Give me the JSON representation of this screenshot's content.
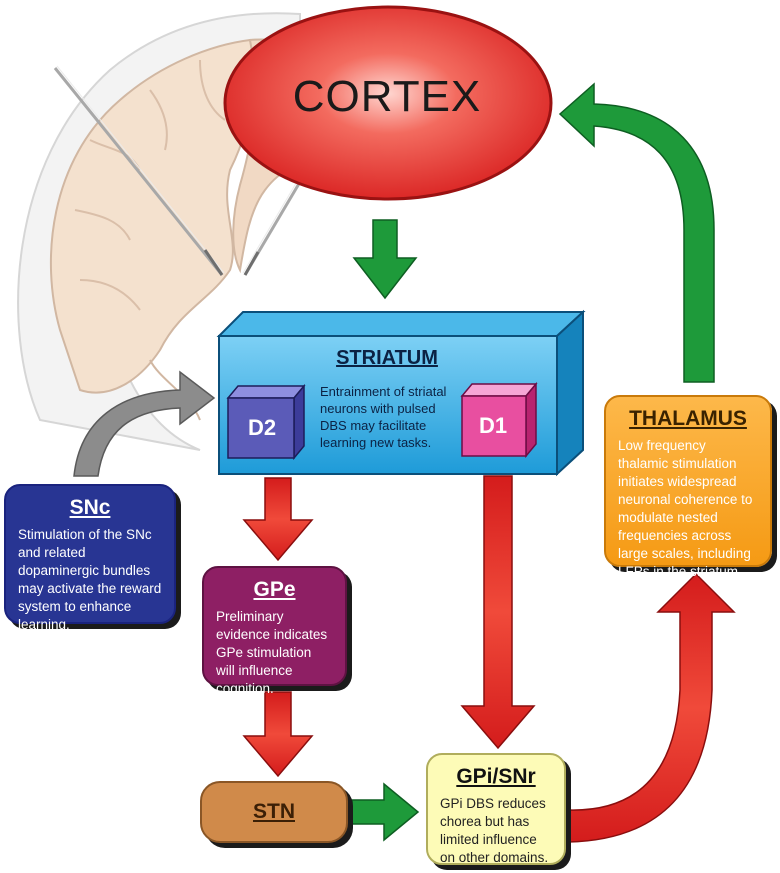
{
  "cortex": {
    "label": "CORTEX"
  },
  "striatum": {
    "title": "STRIATUM",
    "body": "Entrainment of striatal neurons with pulsed DBS may facilitate learning new tasks.",
    "d2_label": "D2",
    "d1_label": "D1"
  },
  "snc": {
    "title": "SNc",
    "body": "Stimulation of the SNc and related dopaminergic bundles may activate the reward system to enhance learning."
  },
  "gpe": {
    "title": "GPe",
    "body": "Preliminary evidence indicates GPe stimulation will influence cognition."
  },
  "stn": {
    "title": "STN"
  },
  "gpi_snr": {
    "title": "GPi/SNr",
    "body": "GPi DBS reduces chorea but has limited influence on other domains."
  },
  "thalamus": {
    "title": "THALAMUS",
    "body": "Low frequency thalamic stimulation initiates widespread neuronal coherence to modulate nested frequencies across large scales, including LFPs in the striatum."
  },
  "colors": {
    "excitatory_arrow": "#1e9a3a",
    "inhibitory_arrow": "#e02424",
    "modulatory_arrow": "#8c8c8c",
    "cortex": "#e53935",
    "striatum": "#29a8e0"
  }
}
